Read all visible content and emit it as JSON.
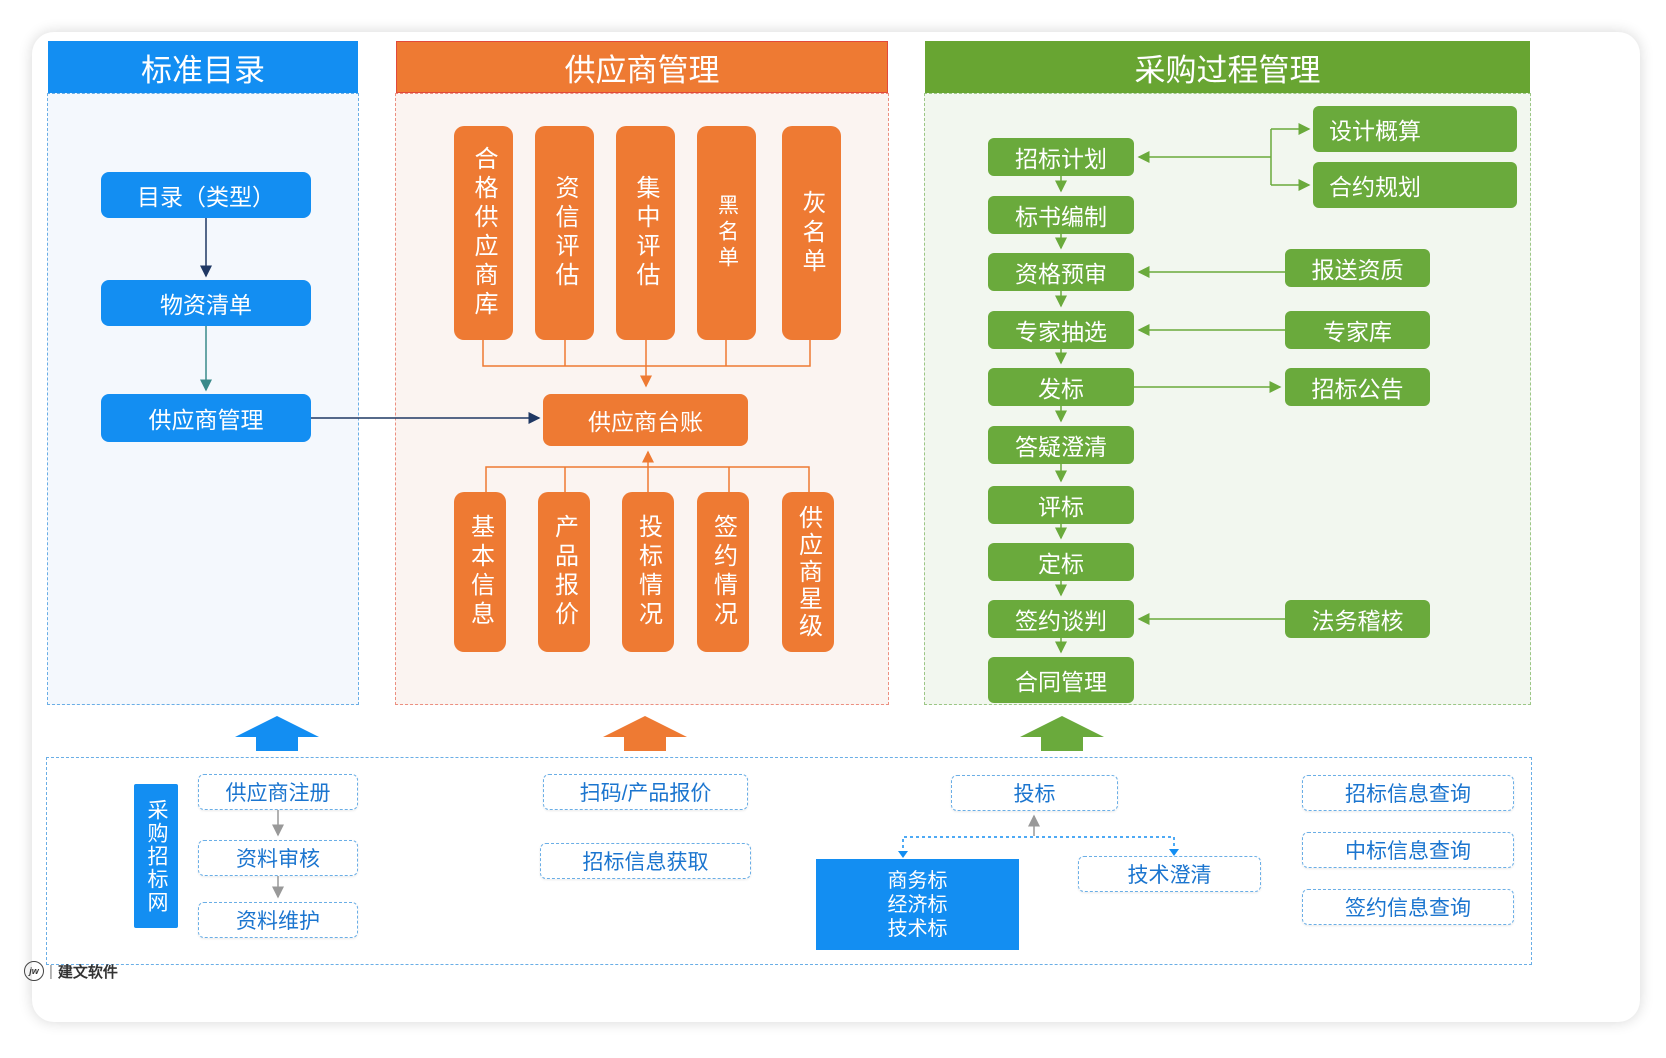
{
  "columns": {
    "catalog": {
      "title": "标准目录",
      "items": [
        "目录（类型）",
        "物资清单",
        "供应商管理"
      ]
    },
    "supplier": {
      "title": "供应商管理",
      "top_items": [
        "合格供应商库",
        "资信评估",
        "集中评估",
        "黑名单",
        "灰名单"
      ],
      "ledger": "供应商台账",
      "bottom_items": [
        "基本信息",
        "产品报价",
        "投标情况",
        "签约情况",
        "供应商星级"
      ]
    },
    "procurement": {
      "title": "采购过程管理",
      "steps": [
        "招标计划",
        "标书编制",
        "资格预审",
        "专家抽选",
        "发标",
        "答疑澄清",
        "评标",
        "定标",
        "签约谈判",
        "合同管理"
      ],
      "side_items": [
        "设计概算",
        "合约规划",
        "报送资质",
        "专家库",
        "招标公告",
        "法务稽核"
      ]
    }
  },
  "portal": {
    "label": "采购招标网",
    "registration": [
      "供应商注册",
      "资料审核",
      "资料维护"
    ],
    "middle": [
      "扫码/产品报价",
      "招标信息获取"
    ],
    "bid": "投标",
    "bid_types": [
      "商务标",
      "经济标",
      "技术标"
    ],
    "tech_clarify": "技术澄清",
    "queries": [
      "招标信息查询",
      "中标信息查询",
      "签约信息查询"
    ]
  },
  "brand": {
    "logo_text": "jw",
    "name": "建文软件"
  },
  "colors": {
    "blue": "#138ef2",
    "orange": "#ee7a33",
    "green": "#6aaa3c",
    "green_header": "#68a532",
    "navy_arrow": "#1f3864"
  }
}
